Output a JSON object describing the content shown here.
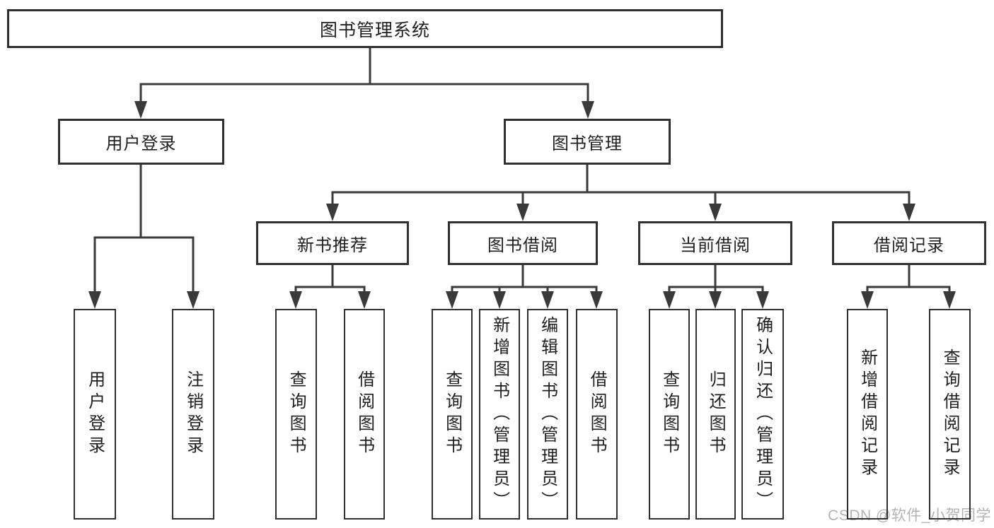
{
  "diagram": {
    "title": "图书管理系统",
    "nodes": {
      "root": {
        "label": "图书管理系统"
      },
      "level1": {
        "user_login": {
          "label": "用户登录"
        },
        "book_mgmt": {
          "label": "图书管理"
        }
      },
      "user_login_children": [
        {
          "label": "用户登录"
        },
        {
          "label": "注销登录"
        }
      ],
      "book_mgmt_children": [
        {
          "label": "新书推荐"
        },
        {
          "label": "图书借阅"
        },
        {
          "label": "当前借阅"
        },
        {
          "label": "借阅记录"
        }
      ],
      "new_book_children": [
        {
          "label": "查询图书"
        },
        {
          "label": "借阅图书"
        }
      ],
      "book_borrow_children": [
        {
          "label": "查询图书"
        },
        {
          "label": "新增图书（管理员）"
        },
        {
          "label": "编辑图书（管理员）"
        },
        {
          "label": "借阅图书"
        }
      ],
      "current_borrow_children": [
        {
          "label": "查询图书"
        },
        {
          "label": "归还图书"
        },
        {
          "label": "确认归还（管理员）"
        }
      ],
      "borrow_record_children": [
        {
          "label": "新增借阅记录"
        },
        {
          "label": "查询借阅记录"
        }
      ]
    },
    "colors": {
      "line": "#3a3a3a",
      "box_border": "#303030",
      "box_fill": "#ffffff",
      "text": "#1f1f1f",
      "background": "#ffffff"
    }
  },
  "watermark": {
    "text": "CSDN @软件_小贺同学",
    "color": "#b3b3b3"
  }
}
